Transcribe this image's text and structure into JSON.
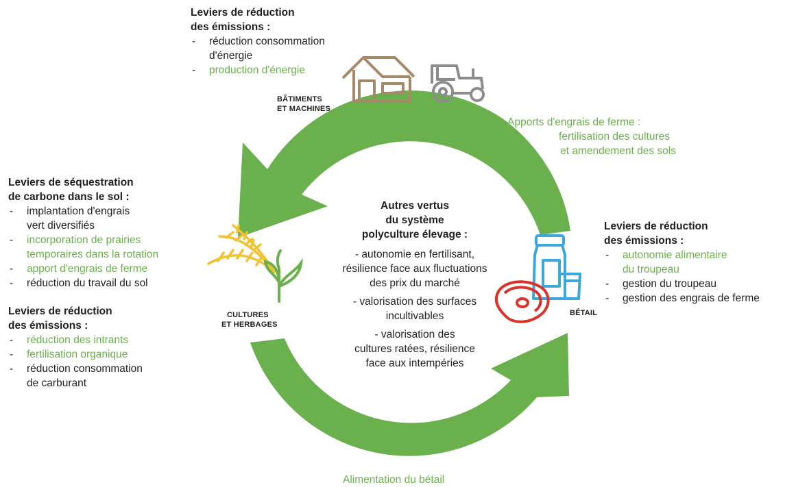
{
  "top_block": {
    "title_line1": "Leviers de réduction",
    "title_line2": "des émissions :",
    "item1_line1": "réduction consommation",
    "item1_line2": "d'énergie",
    "item2": "production d'énergie"
  },
  "buildings_caption": {
    "line1": "BÂTIMENTS",
    "line2": "ET MACHINES"
  },
  "arrow_top_label": {
    "line1": "Apports d'engrais de ferme :",
    "line2": "fertilisation des cultures",
    "line3": "et amendement des sols"
  },
  "left_seq_block": {
    "title_line1": "Leviers de séquestration",
    "title_line2": "de carbone dans le sol :",
    "item1_line1": "implantation d'engrais",
    "item1_line2": "vert diversifiés",
    "item2_line1": "incorporation de prairies",
    "item2_line2": "temporaires dans la rotation",
    "item3": "apport d'engrais de ferme",
    "item4": "réduction du travail du sol"
  },
  "left_emis_block": {
    "title_line1": "Leviers de réduction",
    "title_line2": "des émissions :",
    "item1": "réduction des intrants",
    "item2": "fertilisation organique",
    "item3_line1": "réduction consommation",
    "item3_line2": "de carburant"
  },
  "crops_caption": {
    "line1": "CULTURES",
    "line2": "ET HERBAGES"
  },
  "center_block": {
    "title_line1": "Autres vertus",
    "title_line2": "du système",
    "title_line3": "polyculture élevage :",
    "item1_line1": "-   autonomie en fertilisant,",
    "item1_line2": "résilience face aux fluctuations",
    "item1_line3": "des prix du marché",
    "item2_line1": "-   valorisation des surfaces",
    "item2_line2": "incultivables",
    "item3_line1": "-   valorisation des",
    "item3_line2": "cultures ratées, résilience",
    "item3_line3": "face aux intempéries"
  },
  "right_block": {
    "title_line1": "Leviers de réduction",
    "title_line2": "des émissions :",
    "item1_line1": "autonomie alimentaire",
    "item1_line2": "du troupeau",
    "item2": "gestion du troupeau",
    "item3": "gestion des engrais de ferme"
  },
  "livestock_caption": "BÉTAIL",
  "arrow_bottom_label": "Alimentation du bétail",
  "colors": {
    "arrow_green": "#6ab04c",
    "text_green": "#6ab04c",
    "building_brown": "#a48a6a",
    "tractor_gray": "#8c8c8c",
    "crop_yellow": "#f2c230",
    "sprout_green": "#6ab04c",
    "bottle_blue": "#3aa8dc",
    "meat_red": "#d9342b"
  },
  "icons": [
    "house-icon",
    "tractor-icon",
    "wheat-icon",
    "sprout-icon",
    "milk-bottle-icon",
    "glass-icon",
    "steak-icon"
  ]
}
